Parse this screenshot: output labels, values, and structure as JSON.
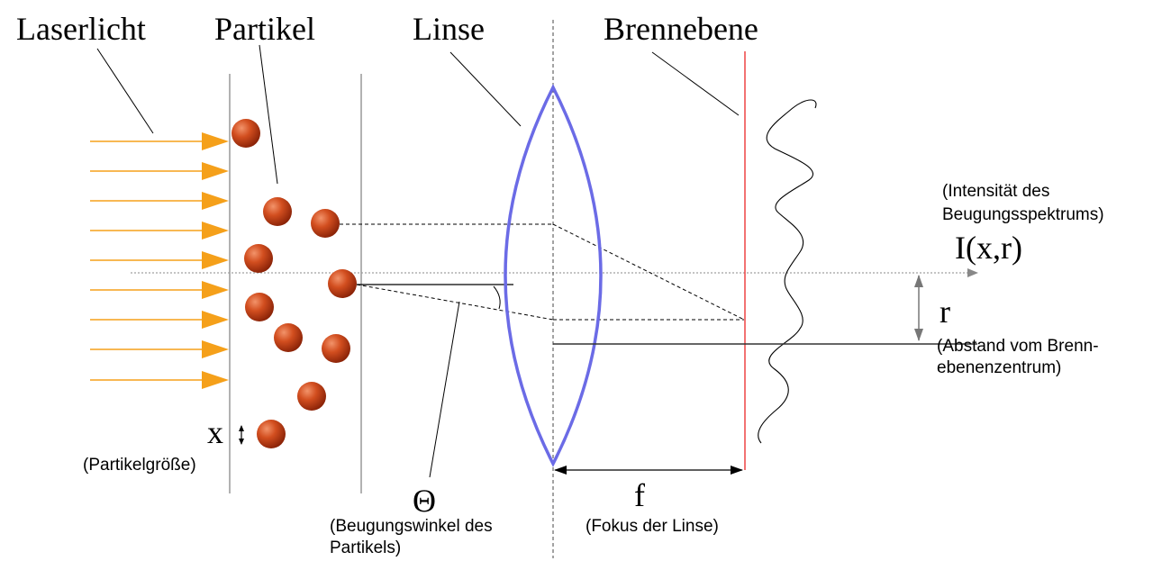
{
  "labels": {
    "laser": "Laserlicht",
    "particles": "Partikel",
    "lens": "Linse",
    "focal_plane": "Brennebene",
    "particle_size_symbol": "x",
    "particle_size_caption": "(Partikelgröße)",
    "angle_symbol": "Θ",
    "angle_caption_line1": "(Beugungswinkel des",
    "angle_caption_line2": "Partikels)",
    "focus_symbol": "f",
    "focus_caption": "(Fokus der Linse)",
    "intensity_caption_line1": "(Intensität des",
    "intensity_caption_line2": "Beugungsspektrums)",
    "intensity_symbol": "I(x,r)",
    "radius_symbol": "r",
    "radius_caption_line1": "(Abstand vom Brenn-",
    "radius_caption_line2": "ebenenzentrum)"
  },
  "colors": {
    "laser_arrow": "#f5a01a",
    "particle_base": "#b83a12",
    "particle_highlight": "#f2936a",
    "lens": "#6b6be6",
    "focal_plane": "#ee4444",
    "lines": "#000000",
    "guides": "#888888"
  }
}
